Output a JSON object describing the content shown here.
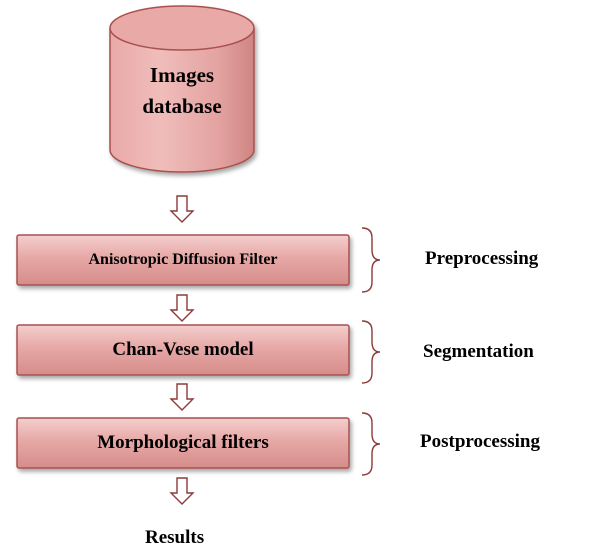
{
  "database": {
    "line1": "Images",
    "line2": "database"
  },
  "steps": [
    {
      "label": "Anisotropic Diffusion Filter",
      "stage": "Preprocessing"
    },
    {
      "label": "Chan-Vese model",
      "stage": "Segmentation"
    },
    {
      "label": "Morphological filters",
      "stage": "Postprocessing"
    }
  ],
  "output": {
    "label": "Results"
  },
  "colors": {
    "box_fill_light": "#f1c7c6",
    "box_fill_dark": "#d98f8d",
    "box_border": "#a8514f",
    "arrow": "#8b3a38"
  }
}
